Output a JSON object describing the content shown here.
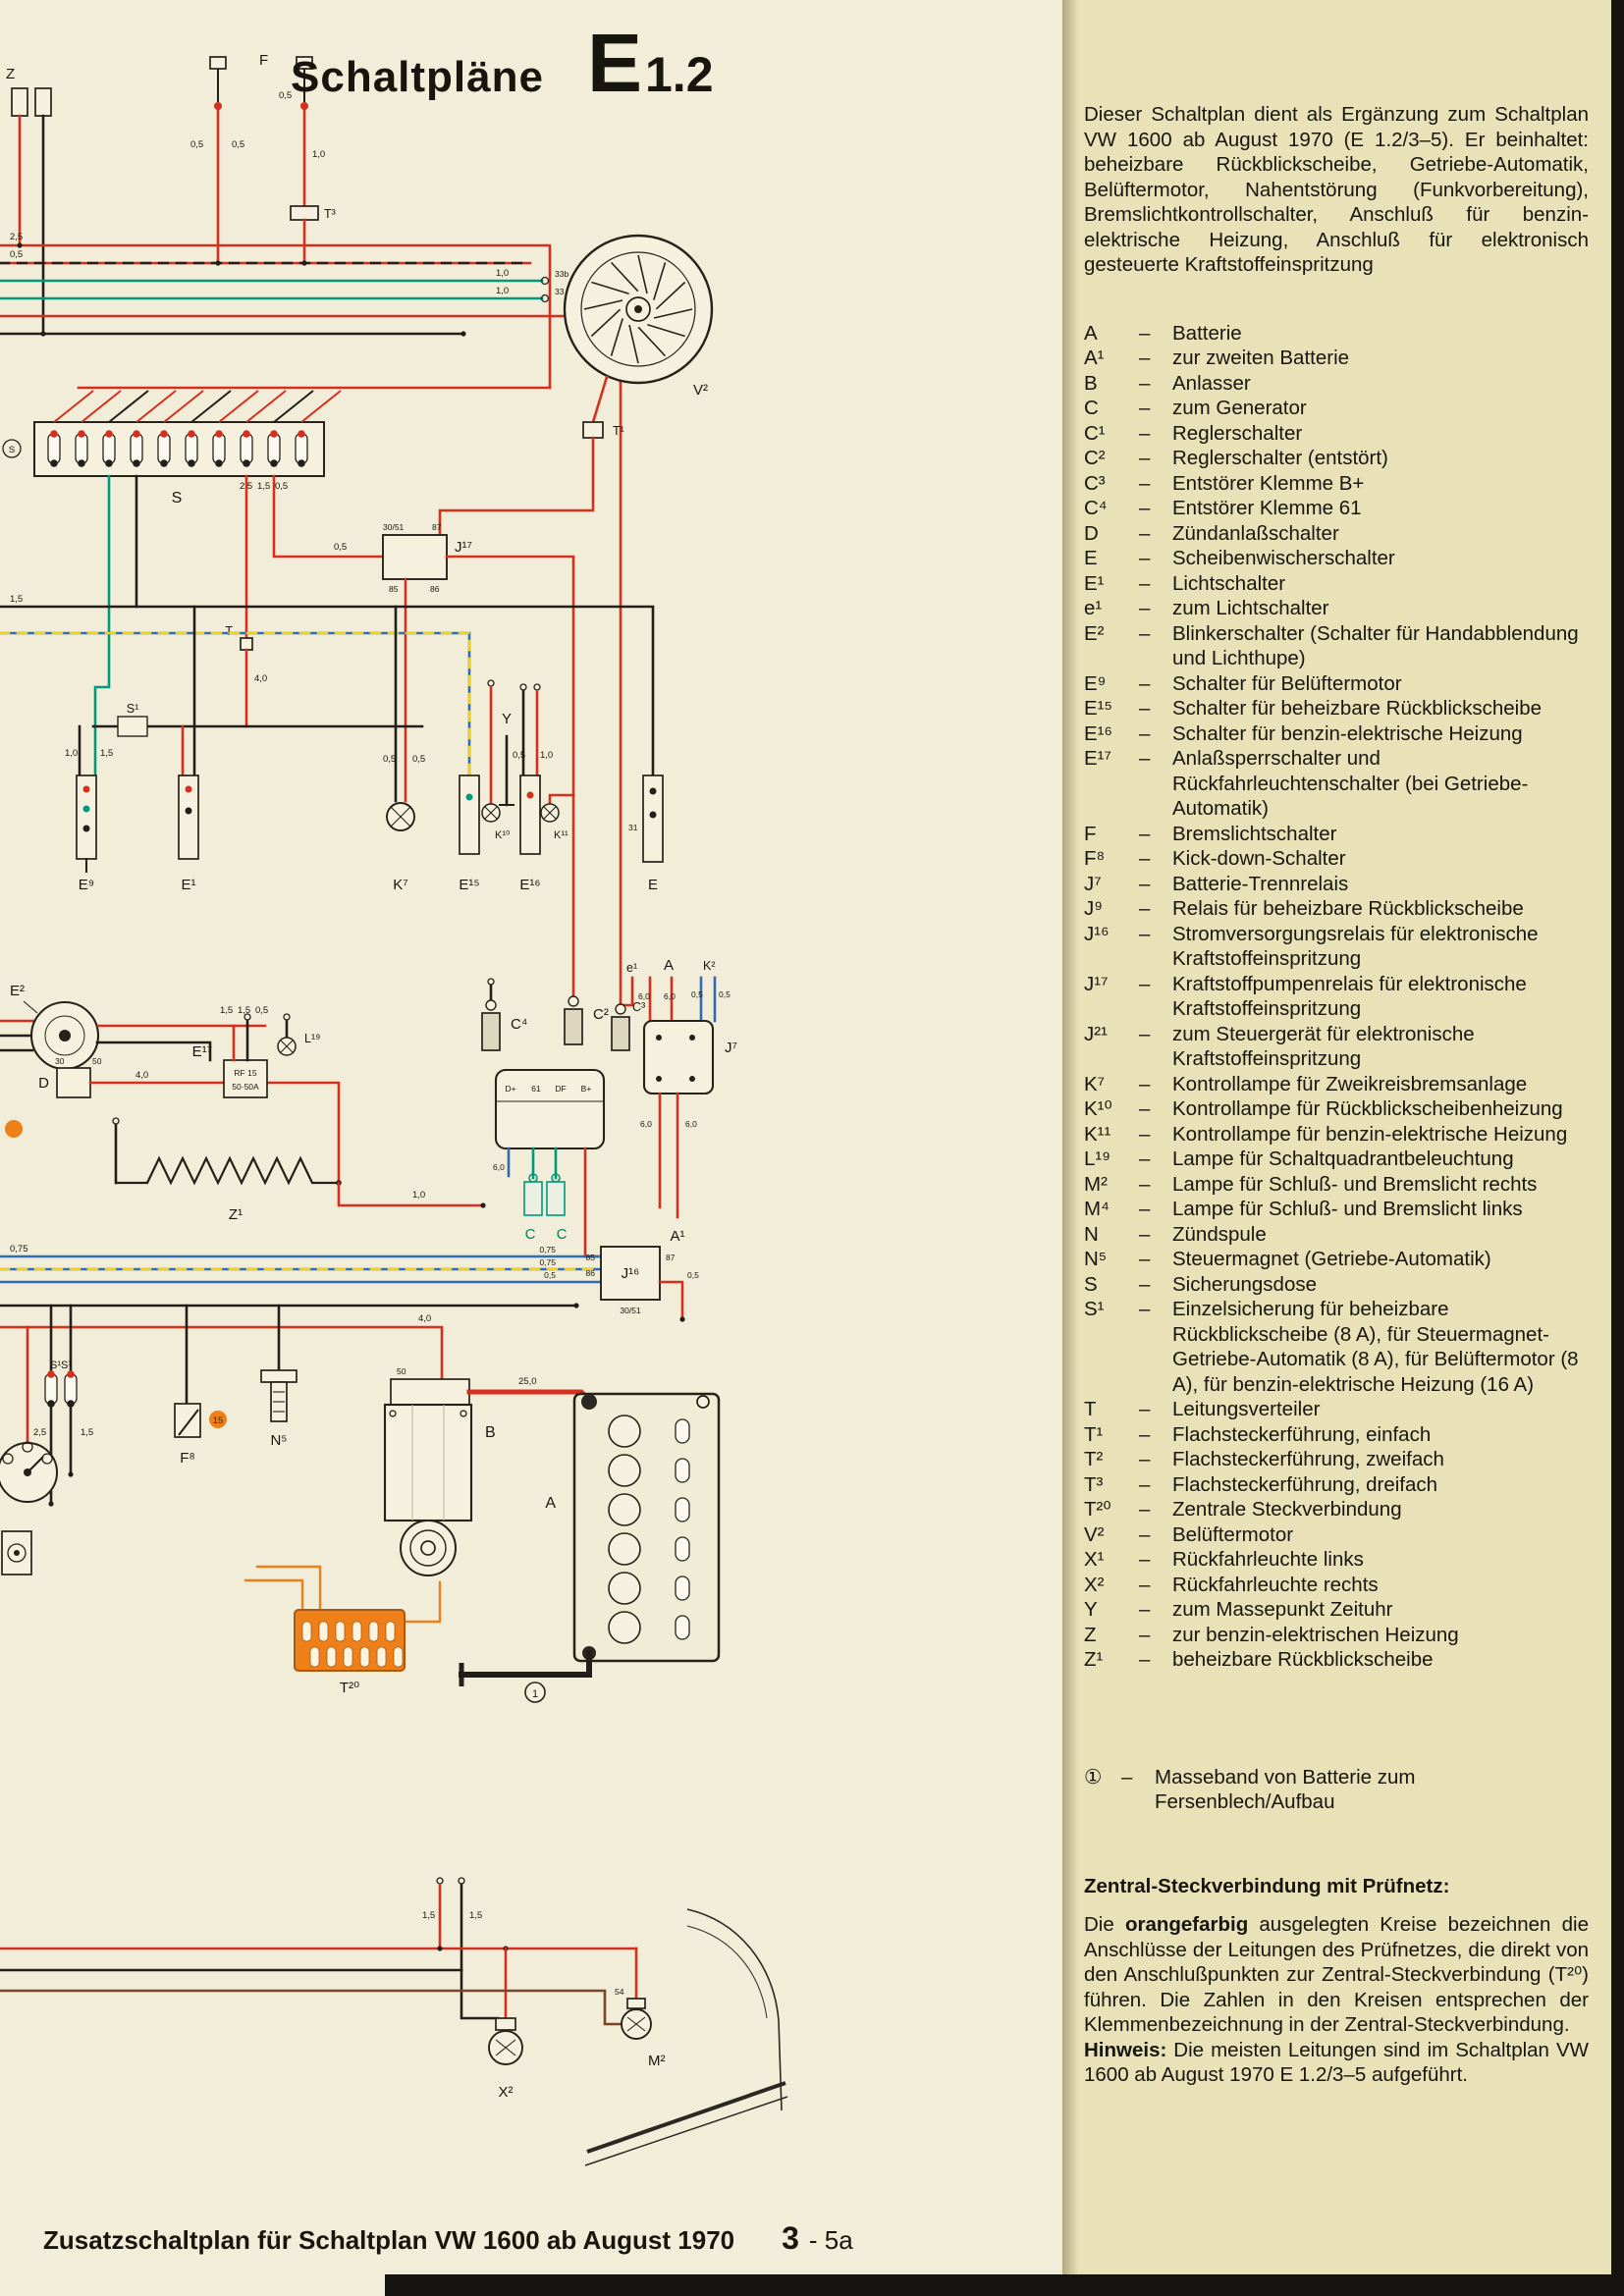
{
  "page": {
    "title": "Schaltpläne",
    "code_letter": "E",
    "code_number": "1.2"
  },
  "footer": {
    "text": "Zusatzschaltplan für Schaltplan VW 1600 ab August 1970",
    "number": "3",
    "suffix": "- 5a"
  },
  "text": {
    "dash": "–",
    "intro": "Dieser Schaltplan dient als Ergänzung zum Schaltplan VW 1600 ab August 1970 (E 1.2/3–5). Er beinhaltet: beheizbare Rückblickscheibe, Getriebe-Automatik, Belüftermotor, Nahentstörung (Funkvorbereitung), Bremslichtkontrollschalter, Anschluß für benzin-elektrische Heizung, Anschluß für elektronisch gesteuerte Kraftstoffeinspritzung"
  },
  "legend": [
    {
      "key": "A",
      "desc": "Batterie"
    },
    {
      "key": "A¹",
      "desc": "zur zweiten Batterie"
    },
    {
      "key": "B",
      "desc": "Anlasser"
    },
    {
      "key": "C",
      "desc": "zum Generator"
    },
    {
      "key": "C¹",
      "desc": "Reglerschalter"
    },
    {
      "key": "C²",
      "desc": "Reglerschalter (entstört)"
    },
    {
      "key": "C³",
      "desc": "Entstörer Klemme B+"
    },
    {
      "key": "C⁴",
      "desc": "Entstörer Klemme 61"
    },
    {
      "key": "D",
      "desc": "Zündanlaßschalter"
    },
    {
      "key": "E",
      "desc": "Scheibenwischerschalter"
    },
    {
      "key": "E¹",
      "desc": "Lichtschalter"
    },
    {
      "key": "e¹",
      "desc": "zum Lichtschalter"
    },
    {
      "key": "E²",
      "desc": "Blinkerschalter (Schalter für Handabblendung und Lichthupe)"
    },
    {
      "key": "E⁹",
      "desc": "Schalter für Belüftermotor"
    },
    {
      "key": "E¹⁵",
      "desc": "Schalter für beheizbare Rückblickscheibe"
    },
    {
      "key": "E¹⁶",
      "desc": "Schalter für benzin-elektrische Heizung"
    },
    {
      "key": "E¹⁷",
      "desc": "Anlaßsperrschalter und Rückfahrleuchtenschalter (bei Getriebe-Automatik)"
    },
    {
      "key": "F",
      "desc": "Bremslichtschalter"
    },
    {
      "key": "F⁸",
      "desc": "Kick-down-Schalter"
    },
    {
      "key": "J⁷",
      "desc": "Batterie-Trennrelais"
    },
    {
      "key": "J⁹",
      "desc": "Relais für beheizbare Rückblickscheibe"
    },
    {
      "key": "J¹⁶",
      "desc": "Stromversorgungsrelais für elektronische Kraftstoffeinspritzung"
    },
    {
      "key": "J¹⁷",
      "desc": "Kraftstoffpumpenrelais für elektronische Kraftstoffeinspritzung"
    },
    {
      "key": "J²¹",
      "desc": "zum Steuergerät für elektronische Kraftstoffeinspritzung"
    },
    {
      "key": "K⁷",
      "desc": "Kontrollampe für Zweikreisbremsanlage"
    },
    {
      "key": "K¹⁰",
      "desc": "Kontrollampe für Rückblickscheibenheizung"
    },
    {
      "key": "K¹¹",
      "desc": "Kontrollampe für benzin-elektrische Heizung"
    },
    {
      "key": "L¹⁹",
      "desc": "Lampe für Schaltquadrantbeleuchtung"
    },
    {
      "key": "M²",
      "desc": "Lampe für Schluß- und Bremslicht rechts"
    },
    {
      "key": "M⁴",
      "desc": "Lampe für Schluß- und Bremslicht links"
    },
    {
      "key": "N",
      "desc": "Zündspule"
    },
    {
      "key": "N⁵",
      "desc": "Steuermagnet (Getriebe-Automatik)"
    },
    {
      "key": "S",
      "desc": "Sicherungsdose"
    },
    {
      "key": "S¹",
      "desc": "Einzelsicherung für beheizbare Rückblickscheibe (8 A), für Steuermagnet-Getriebe-Automatik (8 A), für Belüftermotor (8 A), für benzin-elektrische Heizung (16 A)"
    },
    {
      "key": "T",
      "desc": "Leitungsverteiler"
    },
    {
      "key": "T¹",
      "desc": "Flachsteckerführung, einfach"
    },
    {
      "key": "T²",
      "desc": "Flachsteckerführung, zweifach"
    },
    {
      "key": "T³",
      "desc": "Flachsteckerführung, dreifach"
    },
    {
      "key": "T²⁰",
      "desc": "Zentrale Steckverbindung"
    },
    {
      "key": "V²",
      "desc": "Belüftermotor"
    },
    {
      "key": "X¹",
      "desc": "Rückfahrleuchte links"
    },
    {
      "key": "X²",
      "desc": "Rückfahrleuchte rechts"
    },
    {
      "key": "Y",
      "desc": "zum Massepunkt Zeituhr"
    },
    {
      "key": "Z",
      "desc": "zur benzin-elektrischen Heizung"
    },
    {
      "key": "Z¹",
      "desc": "beheizbare Rückblickscheibe"
    }
  ],
  "ground_note": {
    "symbol": "①",
    "desc": "Masseband von Batterie zum Fersenblech/Aufbau"
  },
  "pruefnetz": {
    "heading": "Zentral-Steckverbindung mit Prüfnetz:",
    "body1": "Die ",
    "bold1": "orangefarbig",
    "body2": " ausgelegten Kreise bezeichnen die Anschlüsse der Leitungen des Prüfnetzes, die direkt von den Anschlußpunkten zur Zentral-Steckverbindung (T²⁰) führen. Die Zahlen in den Kreisen entsprechen der Klemmenbezeichnung in der Zentral-Steckverbindung.",
    "hinweis_label": "Hinweis:",
    "hinweis_body": " Die meisten Leitungen sind im Schaltplan VW 1600 ab August 1970 E 1.2/3–5 aufgeführt."
  },
  "diagram": {
    "labels": {
      "z": "Z",
      "f": "F",
      "t3": "T³",
      "s": "S",
      "v2": "V²",
      "t1": "T¹",
      "j17": "J¹⁷",
      "t": "T",
      "s1": "S¹",
      "y": "Y",
      "e9": "E⁹",
      "e1": "E¹",
      "k7": "K⁷",
      "e15": "E¹⁵",
      "k10": "K¹⁰",
      "e16": "E¹⁶",
      "k11": "K¹¹",
      "e": "E",
      "e2": "E²",
      "d": "D",
      "e17": "E¹⁷",
      "l19": "L¹⁹",
      "z1": "Z¹",
      "e1_lc": "e¹",
      "a": "A",
      "k2": "K²",
      "c4": "C⁴",
      "c2": "C²",
      "c3": "C³",
      "j7": "J⁷",
      "c": "C",
      "a1": "A¹",
      "j16": "J¹⁶",
      "s1s1": "S¹S¹",
      "f8": "F⁸",
      "n5": "N⁵",
      "b": "B",
      "a_batt": "A",
      "t20": "T²⁰",
      "ground": "1",
      "x2": "X²",
      "m2": "M²"
    },
    "terminals": {
      "gen_dplus": "D+",
      "gen_61": "61",
      "gen_df": "DF",
      "gen_bplus": "B+",
      "t3051": "30/51",
      "t87": "87",
      "t85": "85",
      "t86": "86",
      "b50": "50",
      "m54": "54",
      "e31": "31",
      "d50": "50",
      "d30": "30",
      "f8_15": "15",
      "t33b": "33b",
      "t33": "33",
      "e17_a": "RF 15",
      "e17_b": "50·50A"
    },
    "gauges": {
      "g05": "0,5",
      "g075": "0,75",
      "g10": "1,0",
      "g15": "1,5",
      "g25": "2,5",
      "g40": "4,0",
      "g60": "6,0",
      "g250": "25,0"
    }
  },
  "colors": {
    "wire_red": "#d62f1e",
    "wire_black": "#221f1a",
    "wire_blue": "#2e6cb3",
    "wire_green": "#00997a",
    "wire_brown": "#7a4527",
    "wire_orange": "#ee7f19",
    "wire_yellow": "#eed01e",
    "paper_left": "#f2edd8",
    "paper_right": "#e9e1b8",
    "ink": "#17150e"
  }
}
